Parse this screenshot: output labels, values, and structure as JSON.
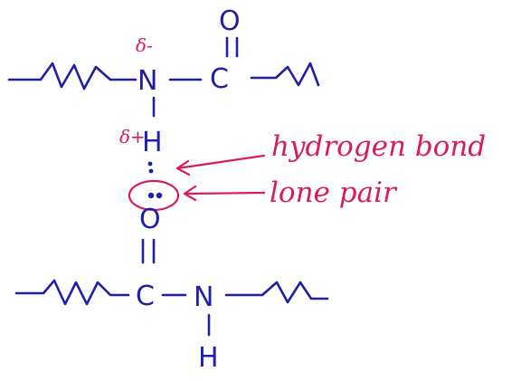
{
  "colors": {
    "molecule_ink": "#1f1fa8",
    "annotation_ink": "#d81b60",
    "background": "#ffffff"
  },
  "top_chain": {
    "nitrogen": "N",
    "carbon": "C",
    "oxygen": "O",
    "hydrogen": "H",
    "partial_charge_n": "δ-",
    "partial_charge_h": "δ+"
  },
  "bottom_chain": {
    "oxygen": "O",
    "carbon": "C",
    "nitrogen": "N",
    "hydrogen": "H"
  },
  "annotations": {
    "hydrogen_bond": "hydrogen bond",
    "lone_pair": "lone pair"
  }
}
